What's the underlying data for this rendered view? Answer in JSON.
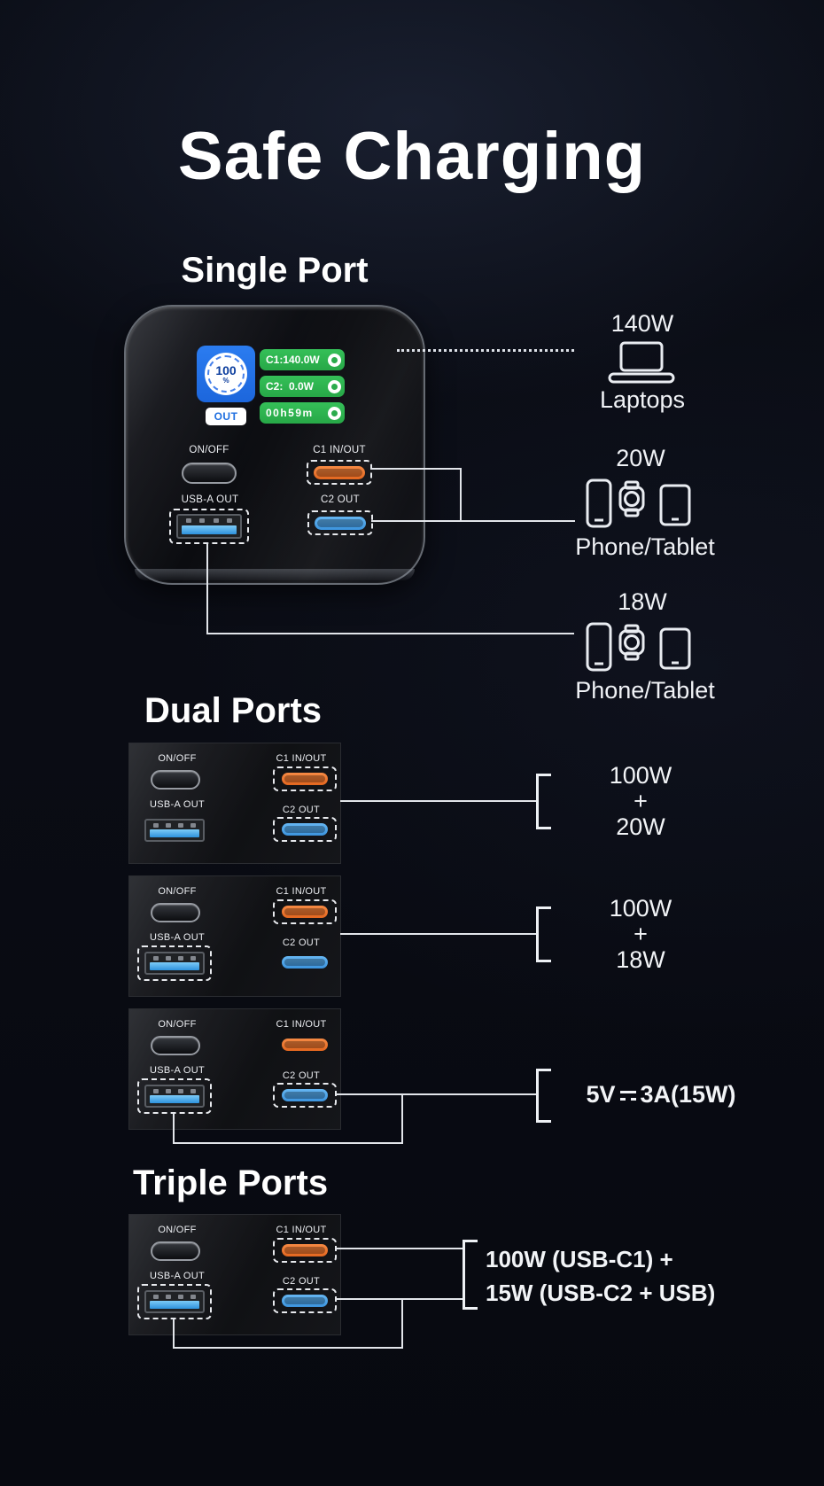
{
  "title": "Safe Charging",
  "colors": {
    "pill_green": "#2fb152",
    "screen_blue": "#2273e9",
    "port_orange": "#ee7630",
    "port_blue": "#4fa6ea",
    "line_white": "#e2e5ea"
  },
  "port_labels": {
    "onoff": "ON/OFF",
    "c1": "C1 IN/OUT",
    "usba": "USB-A OUT",
    "c2": "C2 OUT"
  },
  "single_port": {
    "heading": "Single Port",
    "screen": {
      "battery_percent": "100",
      "percent_sign": "%",
      "mode": "OUT",
      "c1_reading": "C1:140.0W",
      "c2_reading": "C2:  0.0W",
      "timer": "00h59m"
    },
    "annotations": [
      {
        "power": "140W",
        "label": "Laptops"
      },
      {
        "power": "20W",
        "label": "Phone/Tablet"
      },
      {
        "power": "18W",
        "label": "Phone/Tablet"
      }
    ]
  },
  "dual_ports": {
    "heading": "Dual Ports",
    "combos": [
      {
        "lines": [
          "100W",
          "+",
          "20W"
        ]
      },
      {
        "lines": [
          "100W",
          "+",
          "18W"
        ]
      },
      {
        "prefix": "5V",
        "suffix": "3A(15W)"
      }
    ]
  },
  "triple_ports": {
    "heading": "Triple Ports",
    "result": [
      "100W (USB-C1) +",
      "15W (USB-C2 + USB)"
    ]
  }
}
